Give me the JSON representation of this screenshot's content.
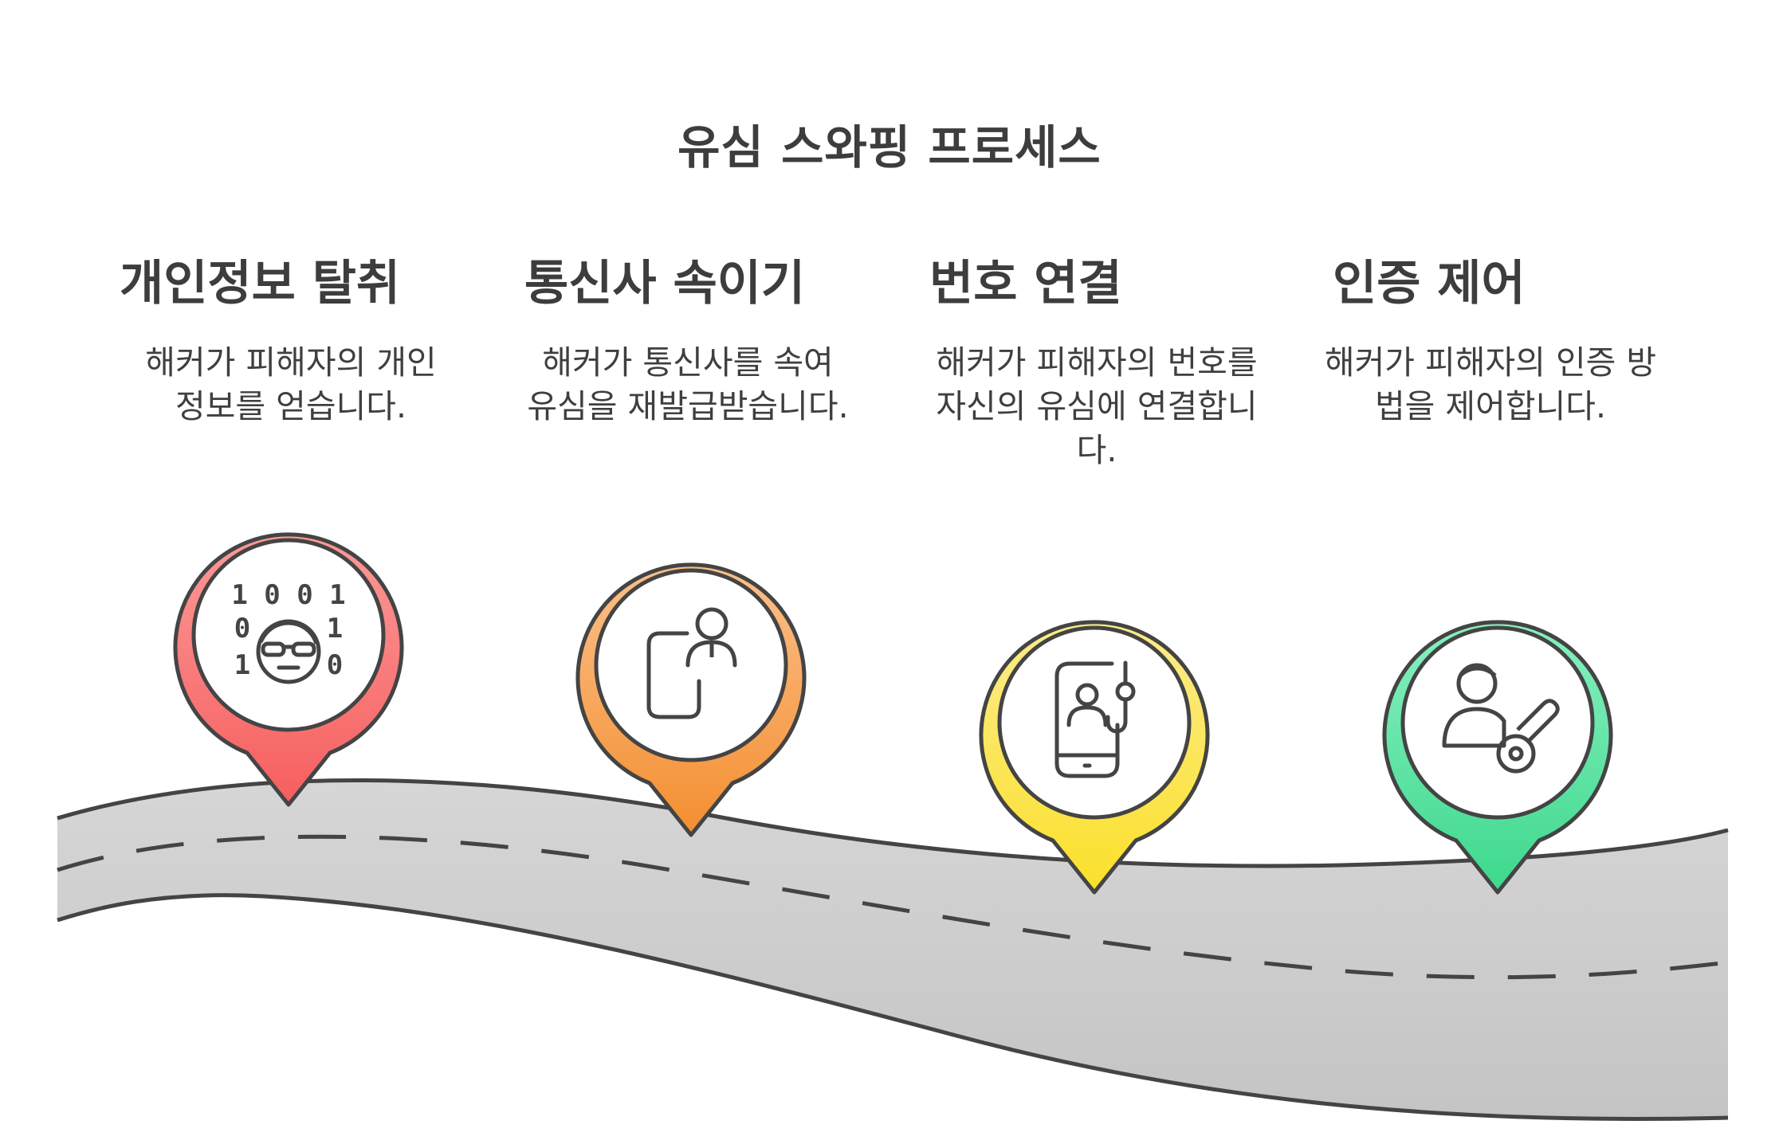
{
  "title": "유심 스와핑 프로세스",
  "steps": [
    {
      "title": "개인정보 탈취",
      "desc": "해커가 피해자의 개인 정보를 얻습니다.",
      "color": "#f46a6a",
      "icon": "binary-hacker-icon"
    },
    {
      "title": "통신사 속이기",
      "desc": "해커가 통신사를 속여 유심을 재발급받습니다.",
      "color": "#f7983e",
      "icon": "phone-user-icon"
    },
    {
      "title": "번호 연결",
      "desc": "해커가 피해자의 번호를 자신의 유심에 연결합니다.",
      "color": "#f9de2c",
      "icon": "phishing-phone-icon"
    },
    {
      "title": "인증 제어",
      "desc": "해커가 피해자의 인증 방법을 제어합니다.",
      "color": "#46d792",
      "icon": "user-key-icon"
    }
  ],
  "binary": {
    "row1": "1 0 0 1",
    "left2": "0",
    "right2": "1",
    "left3": "1",
    "right3": "0"
  },
  "colors": {
    "road": "#cfcfcf",
    "outline": "#444444",
    "text": "#3d3d3d"
  }
}
